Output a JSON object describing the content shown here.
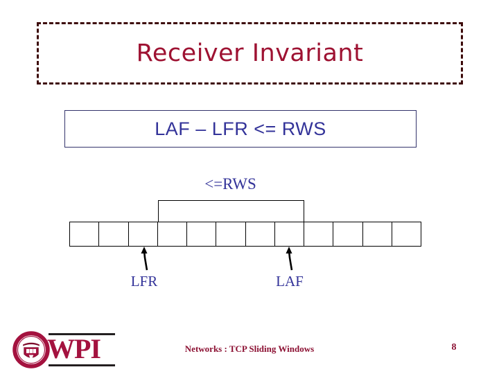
{
  "slide": {
    "title": "Receiver Invariant",
    "title_color": "#9e1232",
    "border_color": "#3d0a0a",
    "background": "#ffffff"
  },
  "formula": {
    "text": "LAF – LFR <= RWS",
    "color": "#333399"
  },
  "diagram": {
    "window_label": "<=RWS",
    "label_color": "#333399",
    "cell_count": 12,
    "window_start_cell": 3,
    "window_end_cell": 8,
    "pointers": [
      {
        "name": "LFR",
        "label": "LFR",
        "cell_boundary": 3
      },
      {
        "name": "LAF",
        "label": "LAF",
        "cell_boundary": 8
      }
    ],
    "cells": [
      {
        "index": 1,
        "label": ""
      },
      {
        "index": 2,
        "label": ""
      },
      {
        "index": 3,
        "label": ""
      },
      {
        "index": 4,
        "label": ""
      },
      {
        "index": 5,
        "label": ""
      },
      {
        "index": 6,
        "label": ""
      },
      {
        "index": 7,
        "label": ""
      },
      {
        "index": 8,
        "label": ""
      },
      {
        "index": 9,
        "label": ""
      },
      {
        "index": 10,
        "label": ""
      },
      {
        "index": 11,
        "label": ""
      },
      {
        "index": 12,
        "label": ""
      }
    ]
  },
  "footer": {
    "logo_text": "WPI",
    "logo_seal_color": "#a4123f",
    "text": "Networks : TCP Sliding Windows",
    "page_number": "8",
    "text_color": "#8c1133"
  }
}
